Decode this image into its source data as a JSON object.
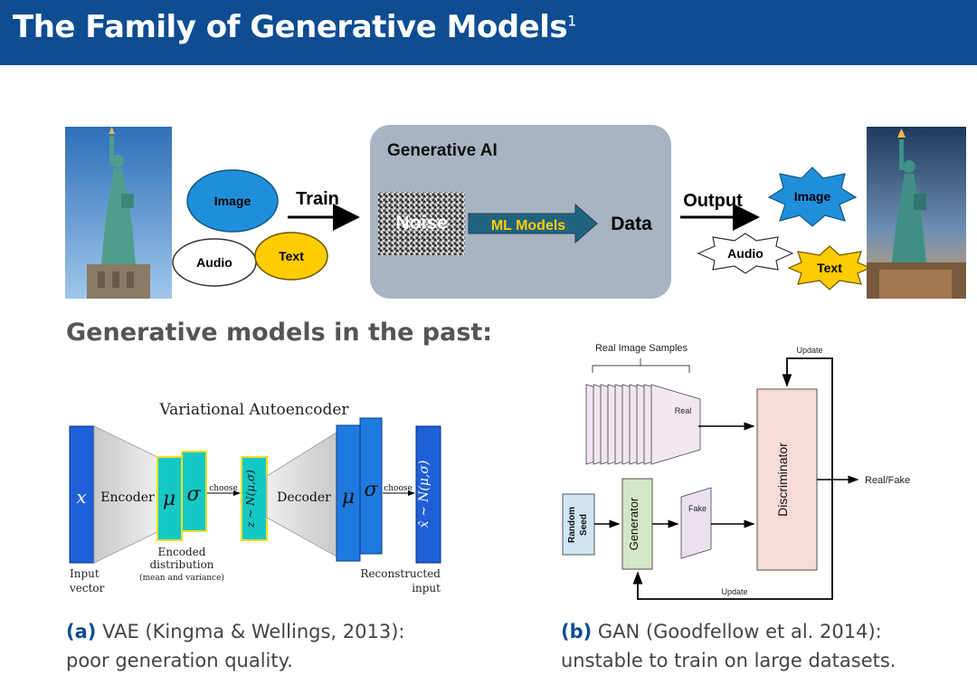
{
  "header": {
    "title": "The Family of Generative Models",
    "footnote": "1"
  },
  "top_diagram": {
    "inputs": {
      "image": "Image",
      "audio": "Audio",
      "text": "Text"
    },
    "train_label": "Train",
    "panel_title": "Generative AI",
    "noise_label": "Noise",
    "ml_models_label": "ML Models",
    "data_label": "Data",
    "output_label": "Output",
    "outputs": {
      "image": "Image",
      "audio": "Audio",
      "text": "Text"
    },
    "colors": {
      "header": "#0f4d92",
      "blue_ellipse": "#1f8fdc",
      "yellow": "#ffcc00",
      "panel": "#a8b4c2",
      "arrow_teal": "#21627f"
    }
  },
  "subhead": "Generative models in the past:",
  "vae": {
    "title": "Variational Autoencoder",
    "x_symbol": "x",
    "encoder": "Encoder",
    "mu": "μ",
    "sigma": "σ",
    "choose": "choose",
    "z_formula": "z ~ N(μ,σ)",
    "decoder": "Decoder",
    "xhat_formula": "x̂ ~ N(μ,σ)",
    "encoded_line1": "Encoded",
    "encoded_line2": "distribution",
    "encoded_line3": "(mean and variance)",
    "input_line1": "Input",
    "input_line2": "vector",
    "recon_line1": "Reconstructed",
    "recon_line2": "input"
  },
  "gan": {
    "real_samples": "Real Image Samples",
    "update_top": "Update",
    "real": "Real",
    "discriminator": "Discriminator",
    "real_fake": "Real/Fake",
    "random": "Random",
    "seed": "Seed",
    "generator": "Generator",
    "fake": "Fake",
    "update_bottom": "Update"
  },
  "captions": {
    "a_label": "(a)",
    "a_line1": "VAE (Kingma & Wellings, 2013):",
    "a_line2": "poor generation quality.",
    "b_label": "(b)",
    "b_line1": "GAN (Goodfellow et al. 2014):",
    "b_line2": "unstable to train on large datasets."
  }
}
